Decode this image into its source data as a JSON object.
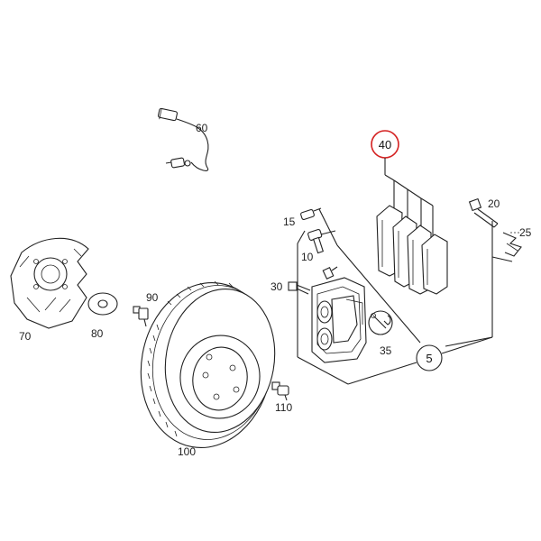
{
  "diagram": {
    "highlight_color": "#d42020",
    "labels": {
      "wear_sensor": "60",
      "brake_pads": "40",
      "bolt_a": "20",
      "clip": "25",
      "pin_a": "15",
      "pin_b": "10",
      "caliper_bolt": "30",
      "splash_shield": "70",
      "washer": "80",
      "bolt_shield": "90",
      "wrench_note": "35",
      "caliper_group": "5",
      "screw": "110",
      "brake_disc": "100"
    }
  }
}
